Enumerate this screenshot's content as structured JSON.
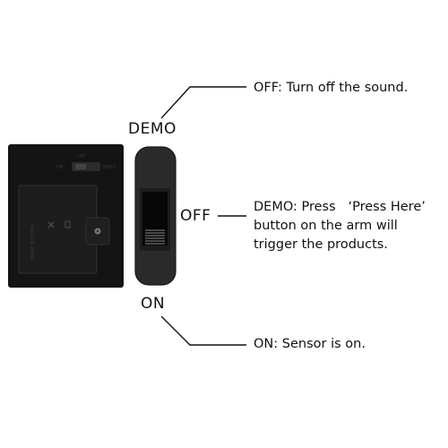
{
  "switch_labels": {
    "demo": "DEMO",
    "off": "OFF",
    "on": "ON"
  },
  "callouts": {
    "off": "OFF: Turn off the sound.",
    "demo": {
      "line1": "DEMO: Press   ‘Press Here’",
      "line2": "button on the arm will",
      "line3": "trigger the products."
    },
    "on": "ON: Sensor is on."
  },
  "device_text": {
    "top_switch_top": "OFF",
    "top_switch_left": "ON",
    "top_switch_right": "DEMO",
    "cover_side_text": "MADE IN CHINA"
  },
  "colors": {
    "device_body": "#141414",
    "switch_housing": "#2b2b2b",
    "switch_slider": "#070707",
    "line": "#111111"
  }
}
